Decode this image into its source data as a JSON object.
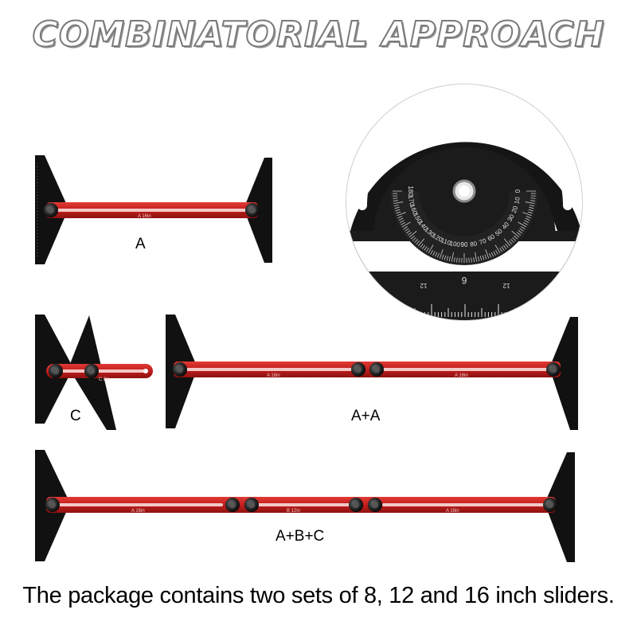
{
  "title": "COMBINATORIAL APPROACH",
  "labels": {
    "a": "A",
    "c": "C",
    "aa": "A+A",
    "abc": "A+B+C"
  },
  "slider_marks": {
    "a16": "A 16in",
    "b12": "B 12in",
    "c8": "C 8in"
  },
  "protractor": {
    "inner_scale": [
      "0",
      "10",
      "20",
      "30",
      "40",
      "50",
      "60",
      "70",
      "80",
      "90",
      "100",
      "110",
      "120",
      "130",
      "140",
      "150",
      "160",
      "170",
      "180"
    ],
    "ruler_marks": [
      "12",
      "6",
      "12"
    ]
  },
  "caption": "The package contains two sets of 8, 12 and 16 inch sliders."
}
